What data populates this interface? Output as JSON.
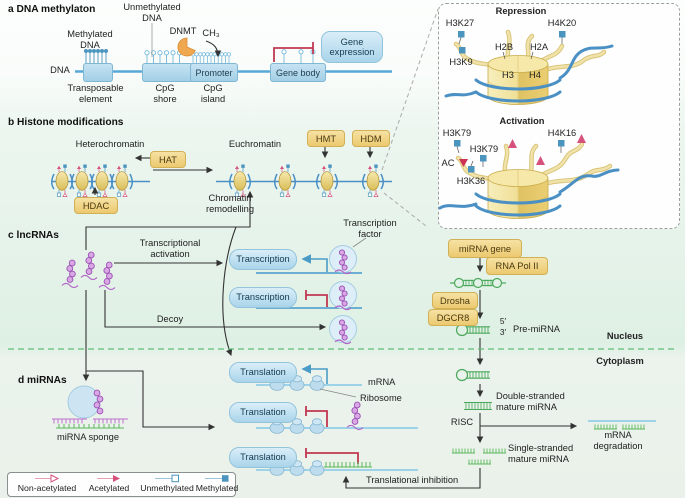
{
  "colors": {
    "accent_blue": "#4a9cc7",
    "accent_red": "#c13852",
    "accent_green": "#4aa85a",
    "accent_purple": "#b264c8",
    "pill_yellow": "#f0d488",
    "methyl_blue": "#4a94be",
    "acetyl_pink": "#d6527c"
  },
  "section_a": {
    "heading": "a DNA methylaton",
    "methylated_dna": "Methylated\nDNA",
    "unmethylated_dna": "Unmethylated\nDNA",
    "dna": "DNA",
    "dnmt": "DNMT",
    "ch3": "CH₃",
    "transposable_element": "Transposable\nelement",
    "cpg_shore": "CpG\nshore",
    "promoter": "Promoter",
    "cpg_island": "CpG\nisland",
    "gene_body": "Gene body",
    "gene_expression": "Gene\nexpression"
  },
  "section_b": {
    "heading": "b Histone modifications",
    "heterochromatin": "Heterochromatin",
    "euchromatin": "Euchromatin",
    "hat": "HAT",
    "hdac": "HDAC",
    "hmt": "HMT",
    "hdm": "HDM",
    "chromatin_remodelling": "Chromatin\nremodelling"
  },
  "inset": {
    "repression": "Repression",
    "activation": "Activation",
    "h3k27": "H3K27",
    "h4k20": "H4K20",
    "h3k9": "H3K9",
    "h2b": "H2B",
    "h2a": "H2A",
    "h3": "H3",
    "h4": "H4",
    "h3k79_upper": "H3K79",
    "h3k79_lower": "H3K79",
    "h4k16": "H4K16",
    "ac": "AC",
    "h3k36": "H3K36"
  },
  "section_c": {
    "heading": "c lncRNAs",
    "transcriptional_activation": "Transcriptional\nactivation",
    "transcription_1": "Transcription",
    "transcription_2": "Transcription",
    "transcription_factor": "Transcription\nfactor",
    "decoy": "Decoy"
  },
  "mirna_pathway": {
    "mirna_gene": "miRNA gene",
    "rna_pol_ii": "RNA Pol II",
    "drosha": "Drosha",
    "dgcr8": "DGCR8",
    "five_prime": "5′",
    "three_prime": "3′",
    "pre_mirna": "Pre-miRNA",
    "nucleus": "Nucleus",
    "cytoplasm": "Cytoplasm",
    "double_stranded": "Double-stranded\nmature miRNA",
    "risc": "RISC",
    "single_stranded": "Single-stranded\nmature miRNA",
    "mrna_degradation": "mRNA\ndegradation",
    "translational_inhibition": "Translational inhibition"
  },
  "section_d": {
    "heading": "d miRNAs",
    "mirna_sponge": "miRNA sponge",
    "translation_1": "Translation",
    "translation_2": "Translation",
    "translation_3": "Translation",
    "mrna": "mRNA",
    "ribosome": "Ribosome"
  },
  "legend": {
    "items": [
      {
        "label": "Non-acetylated",
        "symbol": "open-pink-triangle"
      },
      {
        "label": "Acetylated",
        "symbol": "filled-pink-triangle"
      },
      {
        "label": "Unmethylated",
        "symbol": "open-blue-square"
      },
      {
        "label": "Methylated",
        "symbol": "filled-blue-square"
      }
    ]
  }
}
